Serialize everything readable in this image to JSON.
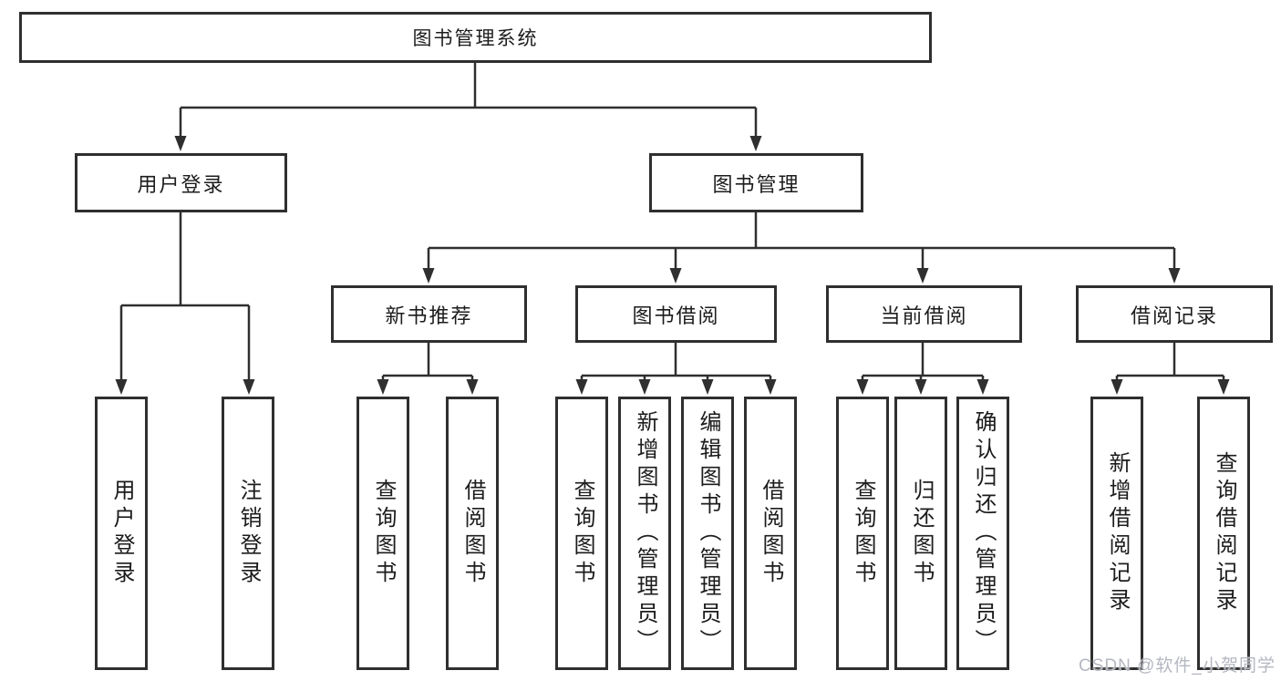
{
  "diagram": {
    "root": "图书管理系统",
    "level2": [
      "用户登录",
      "图书管理"
    ],
    "level3": [
      "新书推荐",
      "图书借阅",
      "当前借阅",
      "借阅记录"
    ],
    "leaves": [
      "用户登录",
      "注销登录",
      "查询图书",
      "借阅图书",
      "查询图书",
      "新增图书（管理员）",
      "编辑图书（管理员）",
      "借阅图书",
      "查询图书",
      "归还图书",
      "确认归还（管理员）",
      "新增借阅记录",
      "查询借阅记录"
    ]
  },
  "watermark": "CSDN @软件_小贺同学",
  "colors": {
    "line": "#2f2f2f",
    "border": "#2f2f2f",
    "text": "#1c1c1c",
    "watermark": "#b4b7c1",
    "background": "#ffffff"
  }
}
